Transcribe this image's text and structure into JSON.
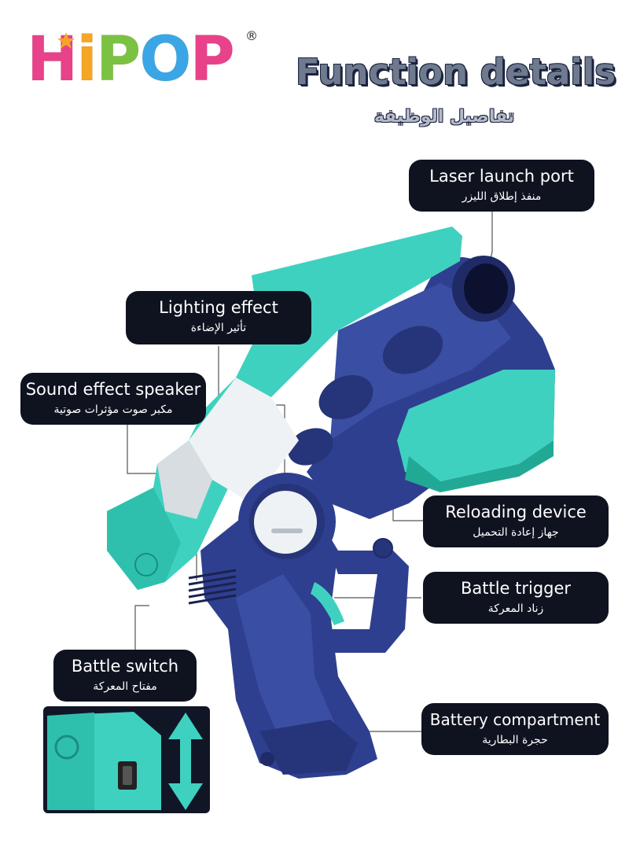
{
  "brand": {
    "letters": [
      {
        "char": "H",
        "color": "#e8428a"
      },
      {
        "char": "i",
        "color": "#f5a623"
      },
      {
        "char": "P",
        "color": "#7cc242"
      },
      {
        "char": "O",
        "color": "#3ba6e6"
      },
      {
        "char": "P",
        "color": "#e8428a"
      }
    ],
    "registered": "®"
  },
  "title": "Function details",
  "subtitle_ar": "تفاصيل الوظيفة",
  "labels": {
    "laser": {
      "en": "Laser launch port",
      "ar": "منفذ إطلاق الليزر"
    },
    "lighting": {
      "en": "Lighting effect",
      "ar": "تأثير الإضاءة"
    },
    "speaker": {
      "en": "Sound effect speaker",
      "ar": "مكبر صوت مؤثرات صوتية"
    },
    "reloading": {
      "en": "Reloading device",
      "ar": "جهاز إعادة التحميل"
    },
    "trigger": {
      "en": "Battle trigger",
      "ar": "زناد المعركة"
    },
    "switch": {
      "en": "Battle switch",
      "ar": "مفتاح المعركة"
    },
    "battery": {
      "en": "Battery compartment",
      "ar": "حجرة البطارية"
    }
  },
  "colors": {
    "teal": "#3fd1bf",
    "teal_dark": "#22a996",
    "navy": "#2f3f8f",
    "navy_dark": "#1f2a66",
    "label_bg": "#0f1320"
  },
  "icons": [
    "star-icon",
    "up-down-arrow-icon",
    "speaker-grille-icon"
  ]
}
